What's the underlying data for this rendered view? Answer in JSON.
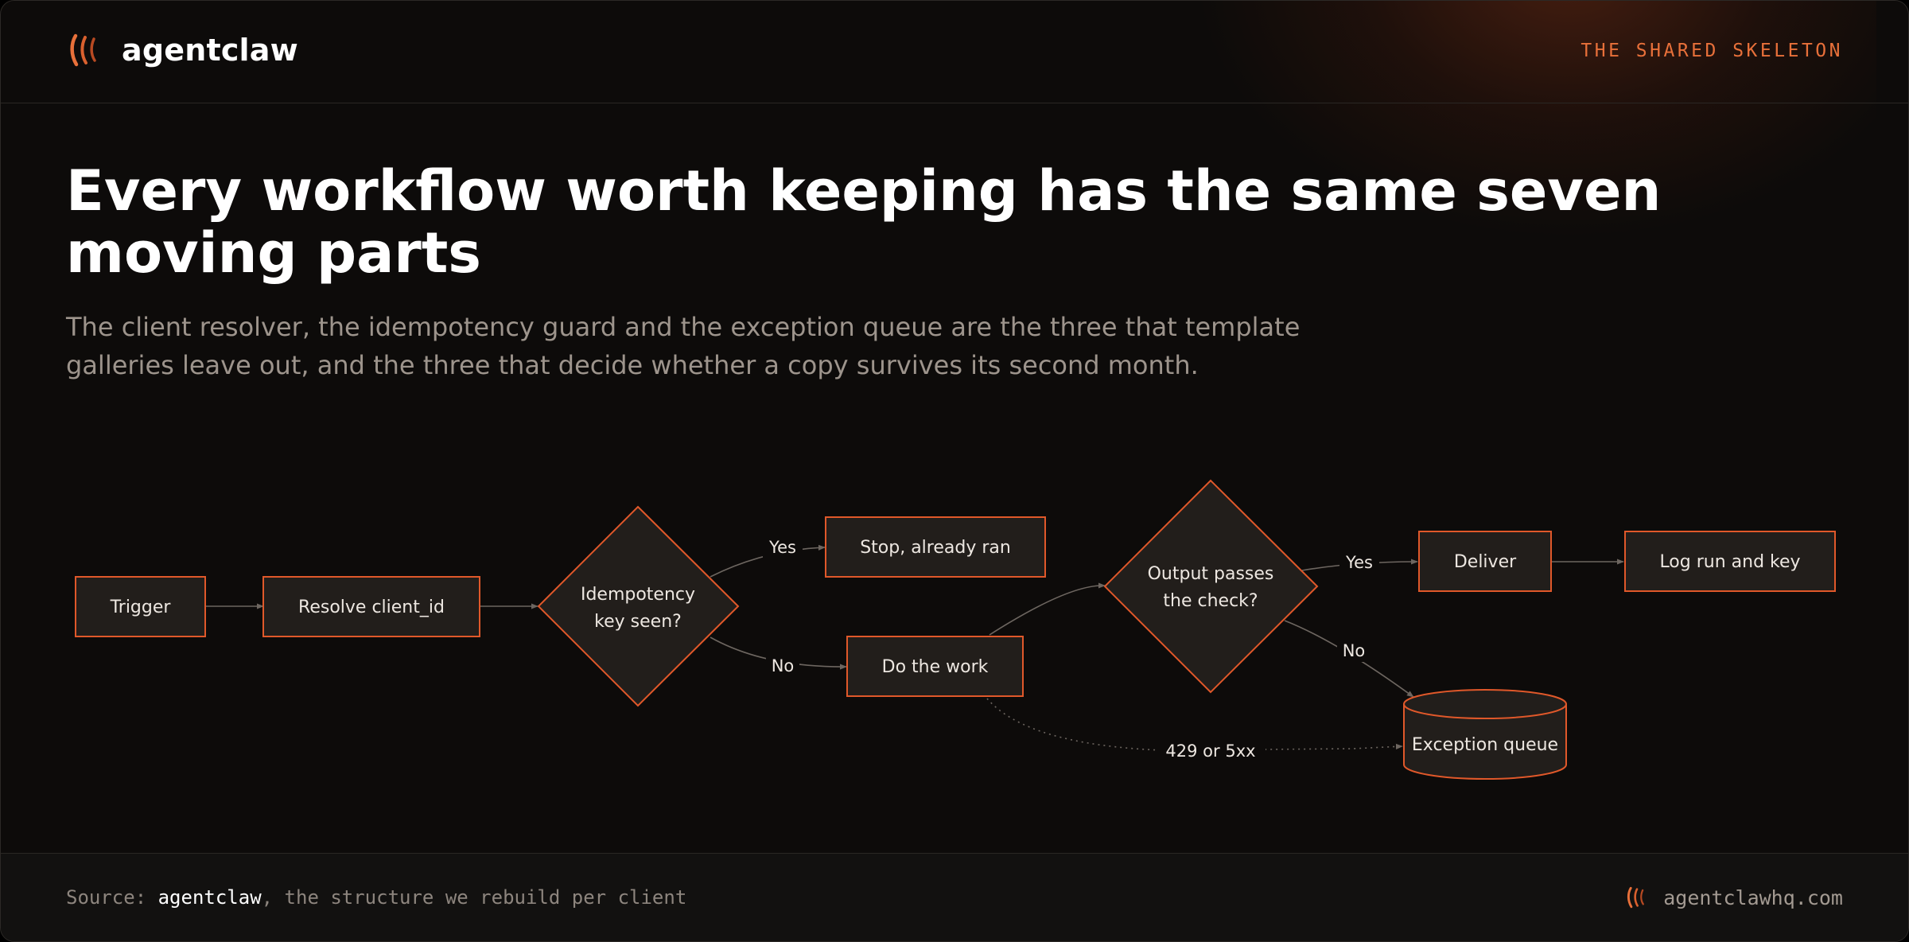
{
  "header": {
    "brand_name": "agentclaw",
    "eyebrow": "THE SHARED SKELETON",
    "logo_icon": "claw-marks-icon",
    "accent_color": "#e8703a"
  },
  "title": "Every workflow worth keeping has the same seven moving parts",
  "subtitle": "The client resolver, the idempotency guard and the exception queue are the three that template galleries leave out, and the three that decide whether a copy survives its second month.",
  "diagram": {
    "nodes": {
      "trigger": "Trigger",
      "resolve": "Resolve client_id",
      "idempotency_line1": "Idempotency",
      "idempotency_line2": "key seen?",
      "stop": "Stop, already ran",
      "work": "Do the work",
      "check_line1": "Output passes",
      "check_line2": "the check?",
      "deliver": "Deliver",
      "log": "Log run and key",
      "queue": "Exception queue"
    },
    "edge_labels": {
      "idem_yes": "Yes",
      "idem_no": "No",
      "check_yes": "Yes",
      "check_no": "No",
      "retry": "429 or 5xx"
    }
  },
  "footer": {
    "source_prefix": "Source: ",
    "source_brand": "agentclaw",
    "source_suffix": ", the structure we rebuild per client",
    "site_url": "agentclawhq.com"
  }
}
